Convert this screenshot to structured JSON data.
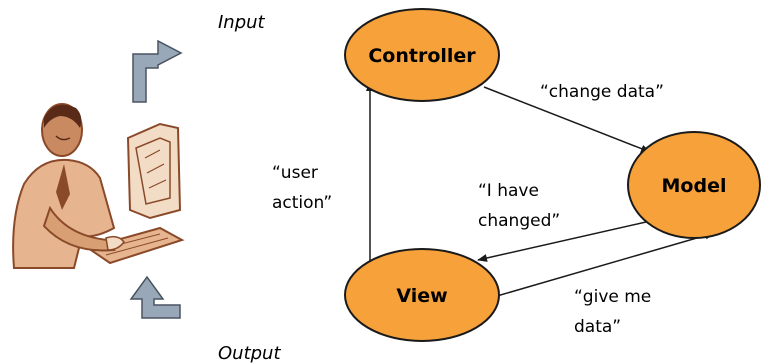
{
  "colors": {
    "node_fill": "#f6a13a",
    "node_stroke": "#1a1a1a",
    "io_arrow_fill": "#98a8b8",
    "io_arrow_stroke": "#4a5360",
    "figure": "#8a4a2a",
    "figure_fill": "#e6b48f"
  },
  "labels": {
    "input": "Input",
    "output": "Output"
  },
  "nodes": {
    "controller": "Controller",
    "model": "Model",
    "view": "View"
  },
  "edges": {
    "change_data": "“change data”",
    "user_action": [
      "“user",
      "action”"
    ],
    "i_have_changed": [
      "“I have",
      "changed”"
    ],
    "give_me_data": [
      "“give me",
      "data”"
    ]
  },
  "icons": {
    "person": "person-at-computer-icon",
    "input_arrow": "arrow-up-right-icon",
    "output_arrow": "arrow-up-left-icon"
  }
}
